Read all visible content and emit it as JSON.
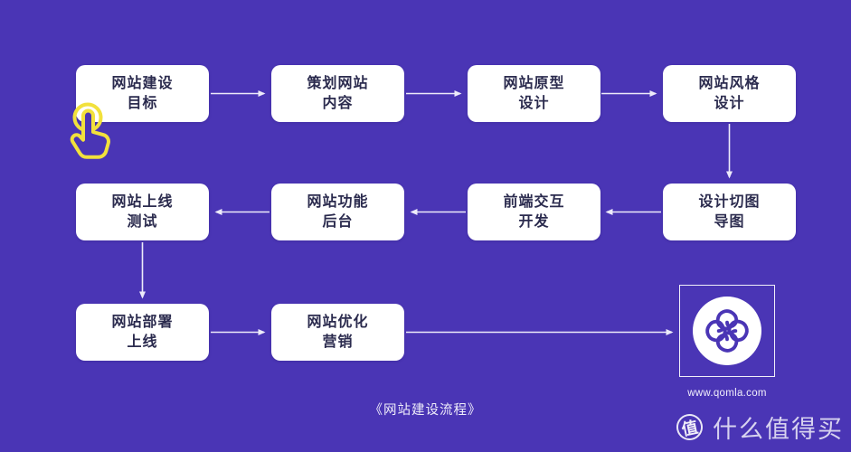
{
  "canvas": {
    "background_color": "#4A35B5",
    "box_color": "#FFFFFF",
    "box_text_color": "#2B2B4E",
    "connector_color": "#EDEBFA",
    "cursor_color": "#F2E13C"
  },
  "flow": {
    "caption": "《网站建设流程》",
    "nodes": [
      {
        "id": "goal",
        "lines": [
          "网站建设",
          "目标"
        ]
      },
      {
        "id": "plan-content",
        "lines": [
          "策划网站",
          "内容"
        ]
      },
      {
        "id": "prototype-design",
        "lines": [
          "网站原型",
          "设计"
        ]
      },
      {
        "id": "style-design",
        "lines": [
          "网站风格",
          "设计"
        ]
      },
      {
        "id": "launch-testing",
        "lines": [
          "网站上线",
          "测试"
        ]
      },
      {
        "id": "function-backend",
        "lines": [
          "网站功能",
          "后台"
        ]
      },
      {
        "id": "frontend-dev",
        "lines": [
          "前端交互",
          "开发"
        ]
      },
      {
        "id": "design-slicing",
        "lines": [
          "设计切图",
          "导图"
        ]
      },
      {
        "id": "deploy-launch",
        "lines": [
          "网站部署",
          "上线"
        ]
      },
      {
        "id": "optimize-marketing",
        "lines": [
          "网站优化",
          "营销"
        ]
      }
    ],
    "edges": [
      {
        "from": "goal",
        "to": "plan-content"
      },
      {
        "from": "plan-content",
        "to": "prototype-design"
      },
      {
        "from": "prototype-design",
        "to": "style-design"
      },
      {
        "from": "style-design",
        "to": "design-slicing"
      },
      {
        "from": "design-slicing",
        "to": "frontend-dev"
      },
      {
        "from": "frontend-dev",
        "to": "function-backend"
      },
      {
        "from": "function-backend",
        "to": "launch-testing"
      },
      {
        "from": "launch-testing",
        "to": "deploy-launch"
      },
      {
        "from": "deploy-launch",
        "to": "optimize-marketing"
      },
      {
        "from": "optimize-marketing",
        "to": "logo-box"
      }
    ]
  },
  "logo": {
    "site": "www.qomla.com",
    "icon": "clover-swirl-logo"
  },
  "icons": {
    "cursor": "hand-tap-icon",
    "watermark_badge": "zhi-badge-icon"
  },
  "watermark": {
    "badge_char": "值",
    "text": "什么值得买"
  }
}
